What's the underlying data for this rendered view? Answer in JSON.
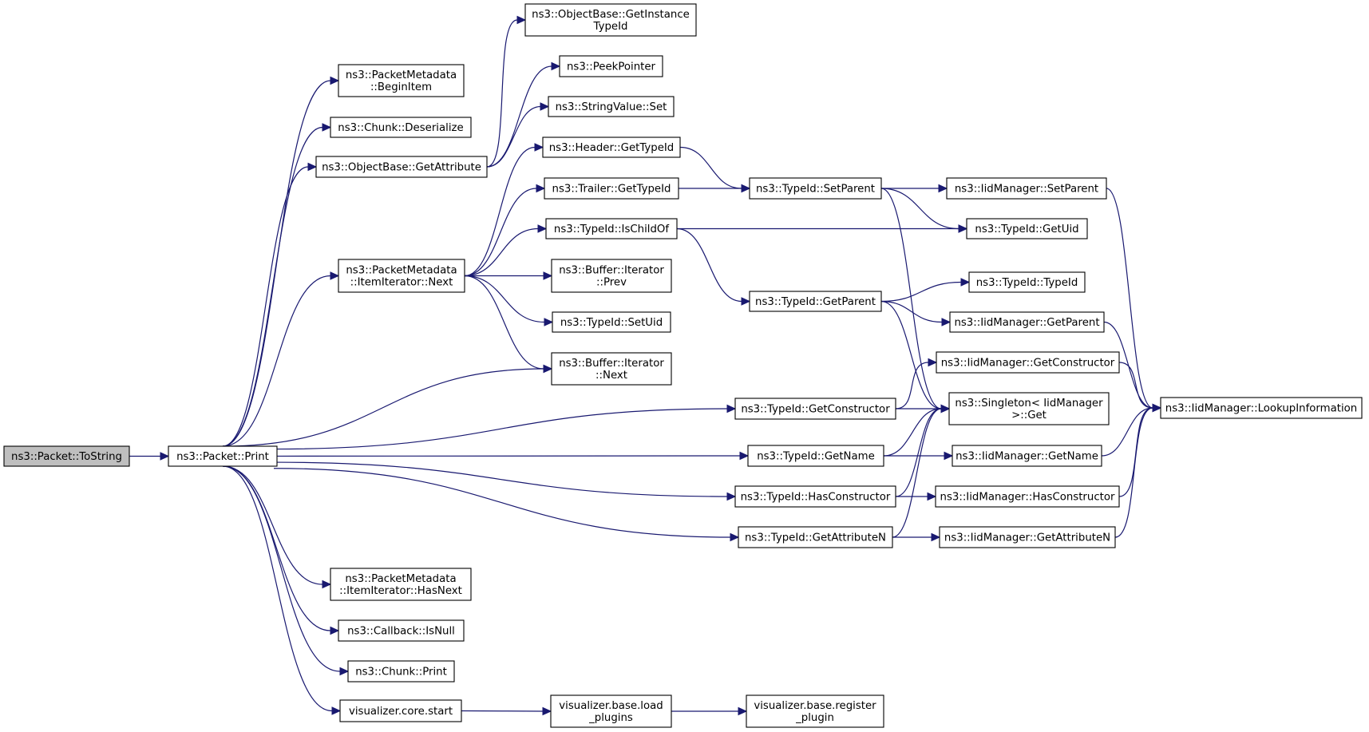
{
  "nodes": {
    "tostring": [
      "ns3::Packet::ToString"
    ],
    "print": [
      "ns3::Packet::Print"
    ],
    "begin_item": [
      "ns3::PacketMetadata",
      "::BeginItem"
    ],
    "chunk_deserialize": [
      "ns3::Chunk::Deserialize"
    ],
    "get_attribute": [
      "ns3::ObjectBase::GetAttribute"
    ],
    "item_next": [
      "ns3::PacketMetadata",
      "::ItemIterator::Next"
    ],
    "has_next": [
      "ns3::PacketMetadata",
      "::ItemIterator::HasNext"
    ],
    "callback_isnull": [
      "ns3::Callback::IsNull"
    ],
    "chunk_print": [
      "ns3::Chunk::Print"
    ],
    "viz_start": [
      "visualizer.core.start"
    ],
    "get_instance_typeid": [
      "ns3::ObjectBase::GetInstance",
      "TypeId"
    ],
    "peek_pointer": [
      "ns3::PeekPointer"
    ],
    "stringvalue_set": [
      "ns3::StringValue::Set"
    ],
    "header_gettypeid": [
      "ns3::Header::GetTypeId"
    ],
    "trailer_gettypeid": [
      "ns3::Trailer::GetTypeId"
    ],
    "ischildof": [
      "ns3::TypeId::IsChildOf"
    ],
    "buffer_prev": [
      "ns3::Buffer::Iterator",
      "::Prev"
    ],
    "setuid": [
      "ns3::TypeId::SetUid"
    ],
    "buffer_next": [
      "ns3::Buffer::Iterator",
      "::Next"
    ],
    "viz_load": [
      "visualizer.base.load",
      "_plugins"
    ],
    "viz_register": [
      "visualizer.base.register",
      "_plugin"
    ],
    "setparent": [
      "ns3::TypeId::SetParent"
    ],
    "getparent": [
      "ns3::TypeId::GetParent"
    ],
    "getconstructor": [
      "ns3::TypeId::GetConstructor"
    ],
    "getname": [
      "ns3::TypeId::GetName"
    ],
    "hasconstructor": [
      "ns3::TypeId::HasConstructor"
    ],
    "getattributen": [
      "ns3::TypeId::GetAttributeN"
    ],
    "iid_setparent": [
      "ns3::IidManager::SetParent"
    ],
    "getuid": [
      "ns3::TypeId::GetUid"
    ],
    "typeid_typeid": [
      "ns3::TypeId::TypeId"
    ],
    "iid_getparent": [
      "ns3::IidManager::GetParent"
    ],
    "iid_getconstructor": [
      "ns3::IidManager::GetConstructor"
    ],
    "singleton_get": [
      "ns3::Singleton< IidManager",
      ">::Get"
    ],
    "iid_getname": [
      "ns3::IidManager::GetName"
    ],
    "iid_hasconstructor": [
      "ns3::IidManager::HasConstructor"
    ],
    "iid_getattributen": [
      "ns3::IidManager::GetAttributeN"
    ],
    "iid_lookup": [
      "ns3::IidManager::LookupInformation"
    ]
  },
  "edges": [
    [
      "tostring",
      "print"
    ],
    [
      "print",
      "begin_item"
    ],
    [
      "print",
      "chunk_deserialize"
    ],
    [
      "print",
      "get_attribute"
    ],
    [
      "print",
      "item_next"
    ],
    [
      "print",
      "buffer_next"
    ],
    [
      "print",
      "getconstructor"
    ],
    [
      "print",
      "getname"
    ],
    [
      "print",
      "hasconstructor"
    ],
    [
      "print",
      "getattributen"
    ],
    [
      "print",
      "has_next"
    ],
    [
      "print",
      "callback_isnull"
    ],
    [
      "print",
      "chunk_print"
    ],
    [
      "print",
      "viz_start"
    ],
    [
      "get_attribute",
      "get_instance_typeid"
    ],
    [
      "get_attribute",
      "peek_pointer"
    ],
    [
      "get_attribute",
      "stringvalue_set"
    ],
    [
      "item_next",
      "header_gettypeid"
    ],
    [
      "item_next",
      "trailer_gettypeid"
    ],
    [
      "item_next",
      "ischildof"
    ],
    [
      "item_next",
      "buffer_prev"
    ],
    [
      "item_next",
      "setuid"
    ],
    [
      "item_next",
      "buffer_next"
    ],
    [
      "header_gettypeid",
      "setparent"
    ],
    [
      "trailer_gettypeid",
      "setparent"
    ],
    [
      "ischildof",
      "getuid"
    ],
    [
      "ischildof",
      "getparent"
    ],
    [
      "setparent",
      "iid_setparent"
    ],
    [
      "setparent",
      "getuid"
    ],
    [
      "setparent",
      "singleton_get"
    ],
    [
      "getparent",
      "typeid_typeid"
    ],
    [
      "getparent",
      "iid_getparent"
    ],
    [
      "getparent",
      "singleton_get"
    ],
    [
      "getconstructor",
      "iid_getconstructor"
    ],
    [
      "getconstructor",
      "singleton_get"
    ],
    [
      "getname",
      "singleton_get"
    ],
    [
      "getname",
      "iid_getname"
    ],
    [
      "hasconstructor",
      "singleton_get"
    ],
    [
      "hasconstructor",
      "iid_hasconstructor"
    ],
    [
      "getattributen",
      "singleton_get"
    ],
    [
      "getattributen",
      "iid_getattributen"
    ],
    [
      "iid_setparent",
      "iid_lookup"
    ],
    [
      "iid_getparent",
      "iid_lookup"
    ],
    [
      "iid_getconstructor",
      "iid_lookup"
    ],
    [
      "iid_getname",
      "iid_lookup"
    ],
    [
      "iid_hasconstructor",
      "iid_lookup"
    ],
    [
      "iid_getattributen",
      "iid_lookup"
    ],
    [
      "viz_start",
      "viz_load"
    ],
    [
      "viz_load",
      "viz_register"
    ]
  ],
  "colors": {
    "edge": "#191970",
    "root_fill": "#bfbfbf",
    "node_fill": "#ffffff",
    "border": "#000000"
  }
}
